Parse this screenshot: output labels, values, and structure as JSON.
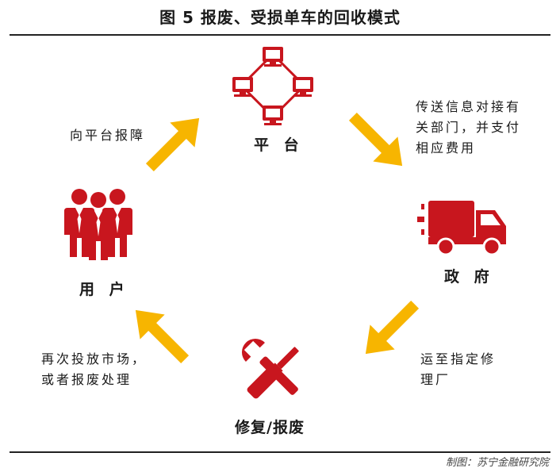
{
  "figure": {
    "title": "图 5  报废、受损单车的回收模式",
    "credit": "制图：苏宁金融研究院"
  },
  "nodes": {
    "platform": {
      "label": "平 台",
      "icon": "network-computers-icon"
    },
    "government": {
      "label": "政 府",
      "icon": "delivery-truck-icon"
    },
    "repair": {
      "label": "修复/报废",
      "icon": "wrench-screwdriver-icon"
    },
    "user": {
      "label": "用 户",
      "icon": "users-group-icon"
    }
  },
  "edges": {
    "user_to_platform": "向平台报障",
    "platform_to_government": [
      "传送信息对接有",
      "关部门，并支付",
      "相应费用"
    ],
    "government_to_repair": [
      "运至指定修",
      "理厂"
    ],
    "repair_to_user": [
      "再次投放市场，",
      "或者报废处理"
    ]
  },
  "colors": {
    "icon_red": "#c8161e",
    "arrow_yellow": "#f7b500",
    "text": "#1a1a1a"
  }
}
